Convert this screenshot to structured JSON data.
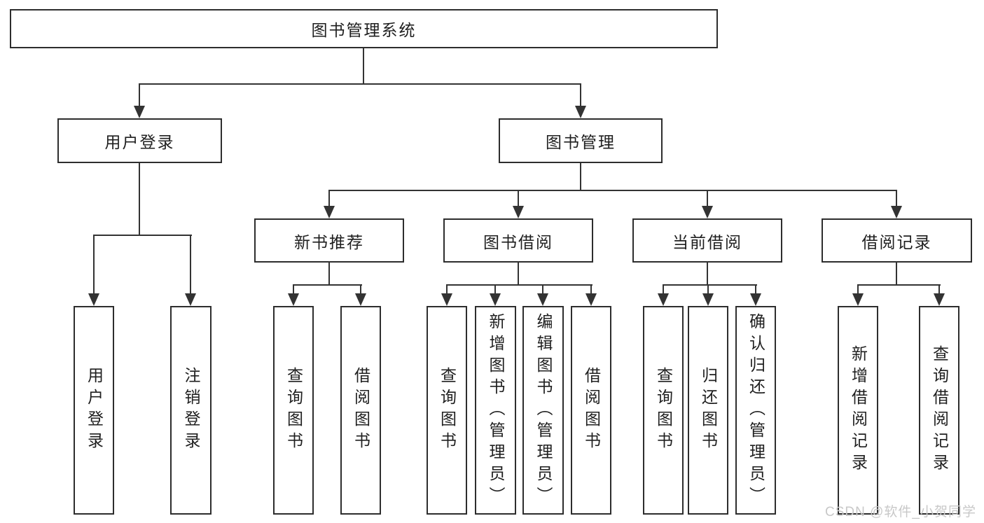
{
  "diagram": {
    "title": "图书管理系统",
    "type": "hierarchy-tree",
    "watermark": "CSDN @软件_小贺同学"
  },
  "colors": {
    "background": "#ffffff",
    "line": "#333333",
    "border": "#2d2d2d",
    "text": "#1f1f1f",
    "watermark": "#c8c8c8"
  },
  "nodes": {
    "root": "图书管理系统",
    "user_login": "用户登录",
    "book_mgmt": "图书管理",
    "new_book_rec": "新书推荐",
    "book_borrow": "图书借阅",
    "current_borrow": "当前借阅",
    "borrow_record": "借阅记录",
    "leaf_user_login": "用户登录",
    "leaf_logout": "注销登录",
    "leaf_rec_query": "查询图书",
    "leaf_rec_borrow": "借阅图书",
    "leaf_bb_query": "查询图书",
    "leaf_bb_add": "新增图书（管理员）",
    "leaf_bb_edit": "编辑图书（管理员）",
    "leaf_bb_borrow": "借阅图书",
    "leaf_cb_query": "查询图书",
    "leaf_cb_return": "归还图书",
    "leaf_cb_confirm": "确认归还（管理员）",
    "leaf_br_add": "新增借阅记录",
    "leaf_br_query": "查询借阅记录"
  },
  "structure": {
    "root_children": [
      "用户登录",
      "图书管理"
    ],
    "user_login_children": [
      "用户登录",
      "注销登录"
    ],
    "book_mgmt_children": [
      "新书推荐",
      "图书借阅",
      "当前借阅",
      "借阅记录"
    ],
    "new_book_rec_children": [
      "查询图书",
      "借阅图书"
    ],
    "book_borrow_children": [
      "查询图书",
      "新增图书（管理员）",
      "编辑图书（管理员）",
      "借阅图书"
    ],
    "current_borrow_children": [
      "查询图书",
      "归还图书",
      "确认归还（管理员）"
    ],
    "borrow_record_children": [
      "新增借阅记录",
      "查询借阅记录"
    ]
  }
}
